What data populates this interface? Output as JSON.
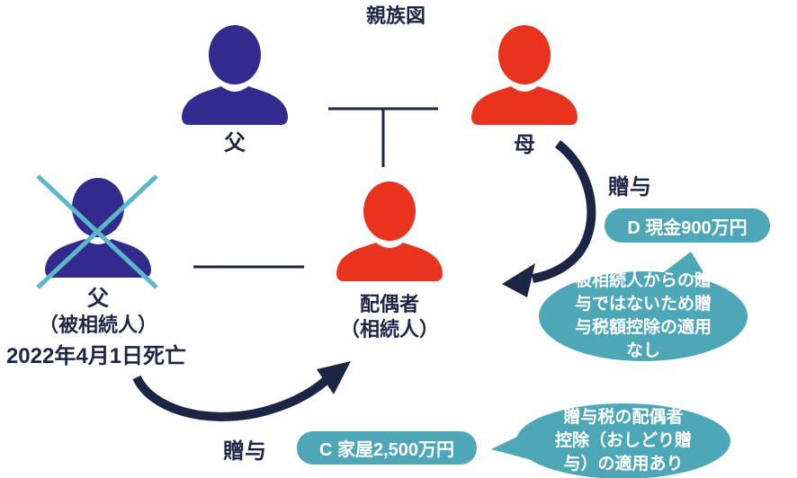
{
  "title": "親族図",
  "colors": {
    "navy": "#1e2547",
    "arrow": "#1b2644",
    "blue": "#322a8c",
    "red": "#e8341f",
    "teal": "#4ea7b7",
    "cross": "#5cb8c8"
  },
  "people": {
    "father_top": {
      "label": "父"
    },
    "mother": {
      "label": "母"
    },
    "spouse": {
      "label": "配偶者",
      "sublabel": "（相続人）"
    },
    "father_deceased": {
      "label": "父",
      "sublabel": "（被相続人）",
      "death_date": "2022年4月1日死亡"
    }
  },
  "gifts": {
    "from_mother": {
      "arrow_label": "贈与",
      "tag": "D 現金900万円"
    },
    "from_father": {
      "arrow_label": "贈与",
      "tag": "C 家屋2,500万円"
    }
  },
  "callouts": {
    "no_deduction": "被相続人からの贈\n与ではないため贈\n与税額控除の適用\nなし",
    "spousal_deduction": "贈与税の配偶者\n控除（おしどり贈\n与）の適用あり"
  }
}
